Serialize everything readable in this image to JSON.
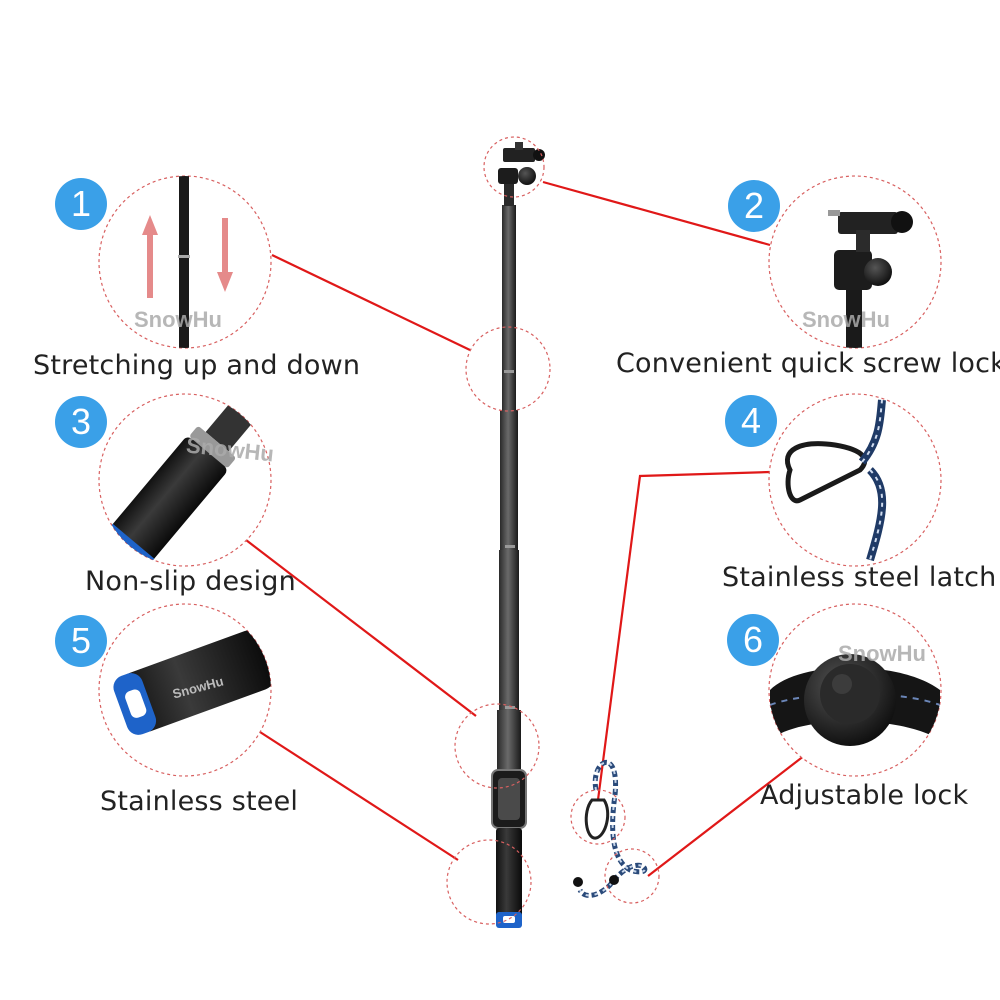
{
  "watermark": "SnowHu",
  "accent_color": "#3aa0e8",
  "callout_line_color": "#e01818",
  "features": [
    {
      "number": "1",
      "label": "Stretching up and down",
      "icon": "up-down-arrows-icon"
    },
    {
      "number": "2",
      "label": "Convenient quick screw lock",
      "icon": "screw-mount-icon"
    },
    {
      "number": "3",
      "label": "Non-slip design",
      "icon": "grip-icon"
    },
    {
      "number": "4",
      "label": "Stainless steel latch",
      "icon": "carabiner-icon"
    },
    {
      "number": "5",
      "label": "Stainless steel",
      "icon": "end-cap-icon"
    },
    {
      "number": "6",
      "label": "Adjustable lock",
      "icon": "cord-lock-icon"
    }
  ]
}
